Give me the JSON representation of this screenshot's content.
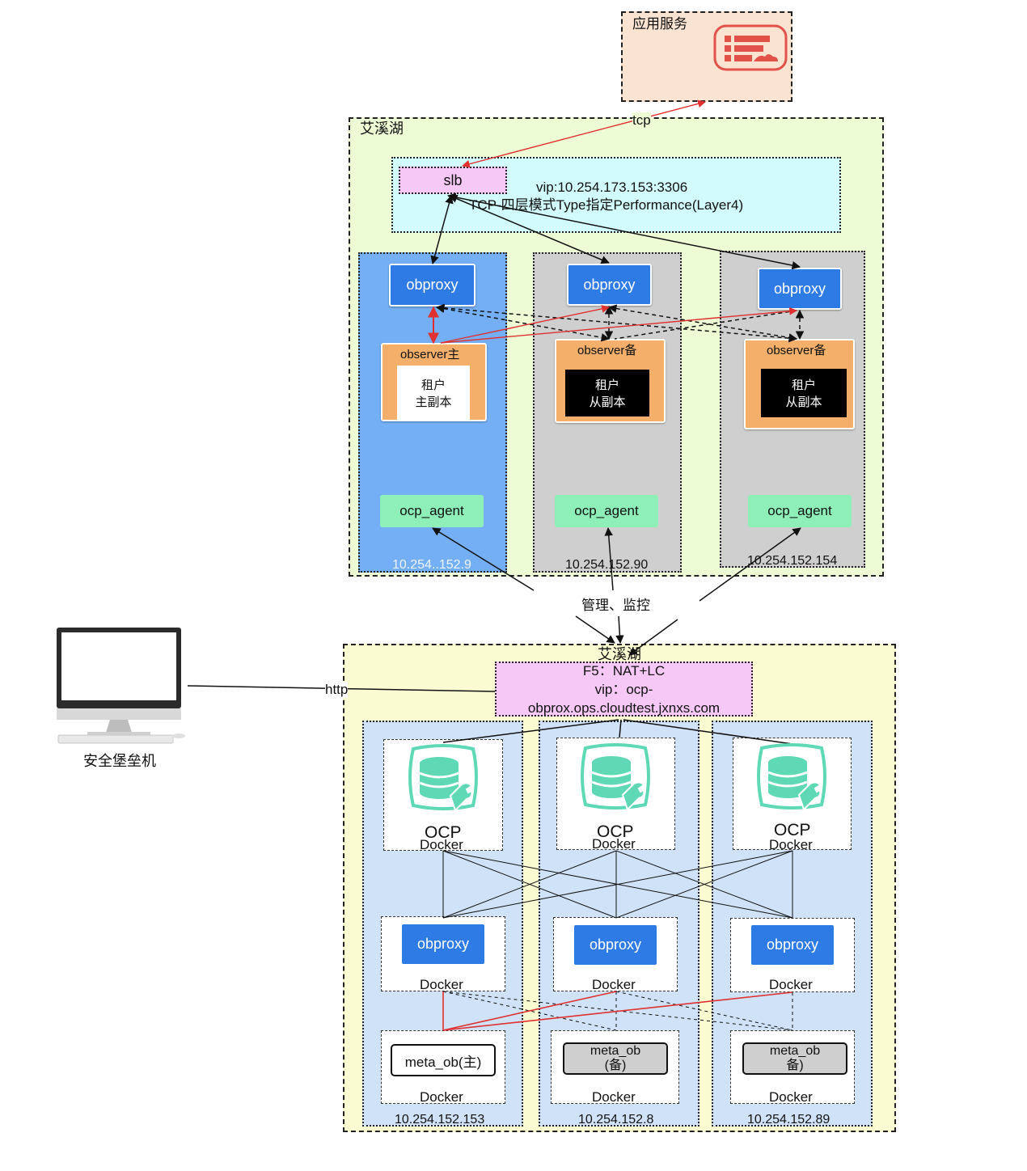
{
  "app_service": {
    "label": "应用服务",
    "icon": "server-stack-icon"
  },
  "top_zone": {
    "label": "艾溪湖",
    "slb": {
      "label": "slb",
      "vip": "vip:10.254.173.153:3306",
      "mode": "TCP-四层模式Type指定Performance(Layer4)"
    },
    "tcp_label": "tcp",
    "nodes": [
      {
        "obproxy": "obproxy",
        "observer": "observer主",
        "replica": "租户\n主副本",
        "agent": "ocp_agent",
        "ip": "10.254..152.9"
      },
      {
        "obproxy": "obproxy",
        "observer": "observer备",
        "replica": "租户\n从副本",
        "agent": "ocp_agent",
        "ip": "10.254.152.90"
      },
      {
        "obproxy": "obproxy",
        "observer": "observer备",
        "replica": "租户\n从副本",
        "agent": "ocp_agent",
        "ip": "10.254.152.154"
      }
    ]
  },
  "manage_label": "管理、监控",
  "bastion": {
    "label": "安全堡垒机",
    "link": "http",
    "icon": "desktop-computer-icon"
  },
  "bottom_zone": {
    "label": "艾溪湖",
    "f5": {
      "line1": "F5：NAT+LC",
      "line2": "vip：ocp-",
      "line3": "obprox.ops.cloudtest.jxnxs.com"
    },
    "nodes": [
      {
        "ocp": "OCP",
        "ocp_docker": "Docker",
        "obproxy": "obproxy",
        "obproxy_docker": "Docker",
        "meta": "meta_ob(主)",
        "meta_docker": "Docker",
        "ip": "10.254.152.153"
      },
      {
        "ocp": "OCP",
        "ocp_docker": "Docker",
        "obproxy": "obproxy",
        "obproxy_docker": "Docker",
        "meta": "meta_ob\n(备)",
        "meta_docker": "Docker",
        "ip": "10.254.152.8"
      },
      {
        "ocp": "OCP",
        "ocp_docker": "Docker",
        "obproxy": "obproxy",
        "obproxy_docker": "Docker",
        "meta": "meta_ob\n备)",
        "meta_docker": "Docker",
        "ip": "10.254.152.89"
      }
    ]
  },
  "colors": {
    "red_link": "#e03030",
    "obproxy_blue": "#2f7be6",
    "agent_green": "#8ef0b8",
    "observer_orange": "#f4b06a",
    "top_zone_bg": "#eefcd6",
    "bottom_zone_bg": "#fbfbd2",
    "db_icon_teal": "#5fd9b5"
  }
}
